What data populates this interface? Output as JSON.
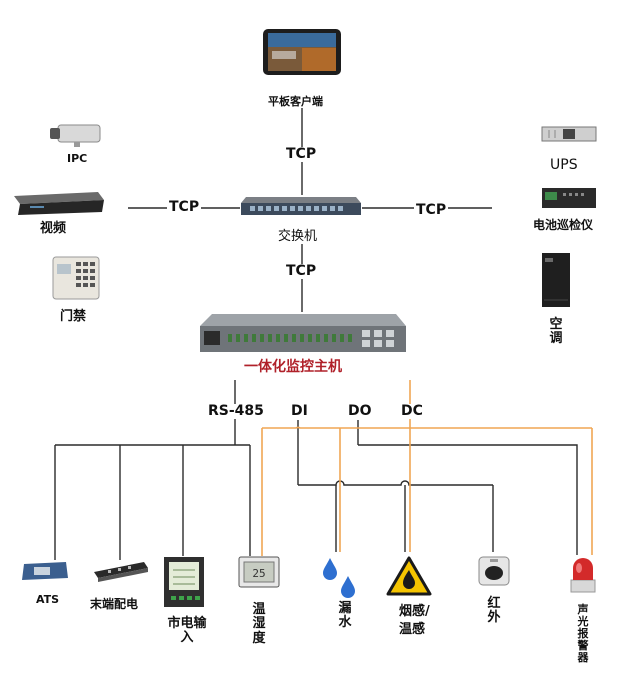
{
  "colors": {
    "line": "#2b2b2b",
    "orange": "#f0a654",
    "host_label": "#b0212a"
  },
  "nodes": {
    "tablet": "平板客户端",
    "ipc": "IPC",
    "video": "视频",
    "access": "门禁",
    "ups": "UPS",
    "battery": "电池巡检仪",
    "aircon": "空调",
    "switch": "交换机",
    "host": "一体化监控主机"
  },
  "links": {
    "tcp_top": "TCP",
    "tcp_left": "TCP",
    "tcp_right": "TCP",
    "tcp_mid": "TCP"
  },
  "signals": {
    "rs485": "RS-485",
    "di": "DI",
    "do": "DO",
    "dc": "DC"
  },
  "sensors": {
    "ats": "ATS",
    "end_power": "末端配电",
    "mains": "市电输入",
    "temp_hum": "温湿度",
    "leak": "漏水",
    "smoke_temp_1": "烟感/",
    "smoke_temp_2": "温感",
    "infrared": "红外",
    "alarm": "声光报警器"
  },
  "icons": [
    "tablet-icon",
    "camera-icon",
    "dvr-icon",
    "keypad-icon",
    "ups-icon",
    "battery-monitor-icon",
    "aircon-icon",
    "network-switch-icon",
    "monitoring-host-icon",
    "ats-icon",
    "power-distribution-icon",
    "power-meter-icon",
    "thermo-hygrometer-icon",
    "water-drop-icon",
    "fire-warning-icon",
    "infrared-sensor-icon",
    "siren-icon"
  ]
}
